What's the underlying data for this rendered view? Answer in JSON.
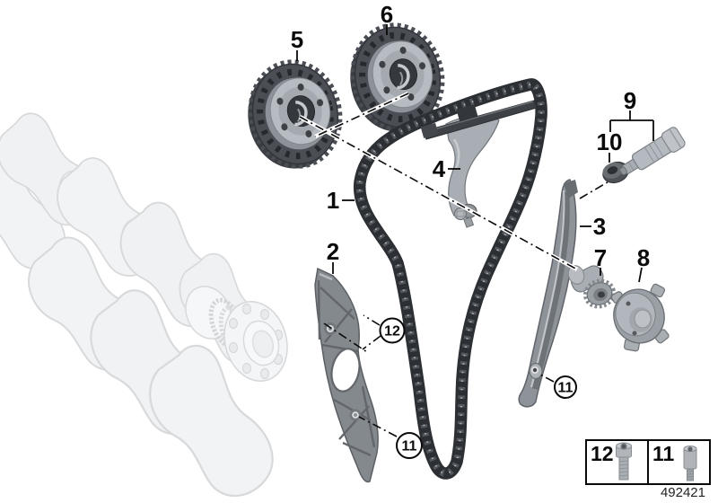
{
  "doc_number": "492421",
  "callouts": {
    "c1": "1",
    "c2": "2",
    "c3": "3",
    "c4": "4",
    "c5": "5",
    "c6": "6",
    "c7": "7",
    "c8": "8",
    "c9": "9",
    "c10": "10",
    "c11": "11",
    "c12": "12"
  },
  "legend": {
    "cells": [
      {
        "label": "12",
        "icon": "socket-head-bolt-icon"
      },
      {
        "label": "11",
        "icon": "stud-bolt-icon"
      }
    ]
  },
  "colors": {
    "background": "#ffffff",
    "line": "#0a0a0a",
    "chain": "#2c2f33",
    "metal_dark": "#4b4f55",
    "metal_mid": "#8e9399",
    "metal_light": "#b7bcc2",
    "ghost_part": "#f2f3f5"
  }
}
